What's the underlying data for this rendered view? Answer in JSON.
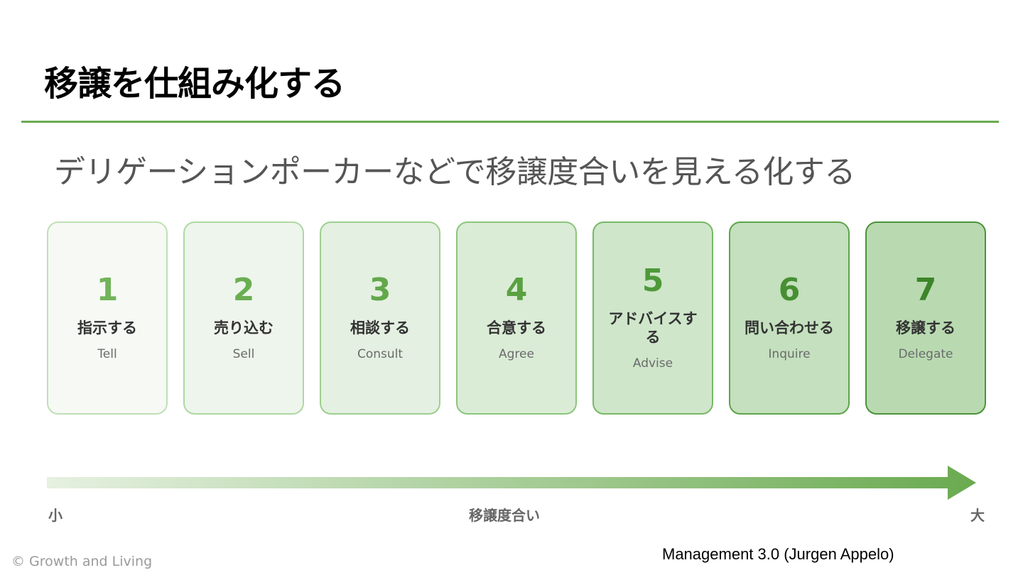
{
  "header": {
    "title": "移譲を仕組み化する",
    "subtitle": "デリゲーションポーカーなどで移譲度合いを見える化する"
  },
  "levels": [
    {
      "number": "1",
      "jp": "指示する",
      "en": "Tell"
    },
    {
      "number": "2",
      "jp": "売り込む",
      "en": "Sell"
    },
    {
      "number": "3",
      "jp": "相談する",
      "en": "Consult"
    },
    {
      "number": "4",
      "jp": "合意する",
      "en": "Agree"
    },
    {
      "number": "5",
      "jp": "アドバイスする",
      "en": "Advise"
    },
    {
      "number": "6",
      "jp": "問い合わせる",
      "en": "Inquire"
    },
    {
      "number": "7",
      "jp": "移譲する",
      "en": "Delegate"
    }
  ],
  "scale": {
    "low": "小",
    "label": "移譲度合い",
    "high": "大"
  },
  "footer": {
    "copyright": "© Growth and Living",
    "source": "Management 3.0 (Jurgen Appelo)"
  },
  "colors": {
    "accent": "#6aaa50",
    "card_fill": [
      "#f6f9f4",
      "#eef5ec",
      "#e4f0e1",
      "#daecd6",
      "#cfe6ca",
      "#c4e0be",
      "#b9dab1"
    ],
    "card_border": [
      "#bfe0b5",
      "#aed8a2",
      "#9dcf8f",
      "#8cc57c",
      "#77b865",
      "#5ea44b",
      "#4a9338"
    ],
    "number_color": [
      "#72b45a",
      "#6aae52",
      "#62a84a",
      "#5aa142",
      "#4f993a",
      "#468f32",
      "#3d852a"
    ],
    "arrow_start": "#e6f1e1",
    "arrow_end": "#6aaa50"
  }
}
